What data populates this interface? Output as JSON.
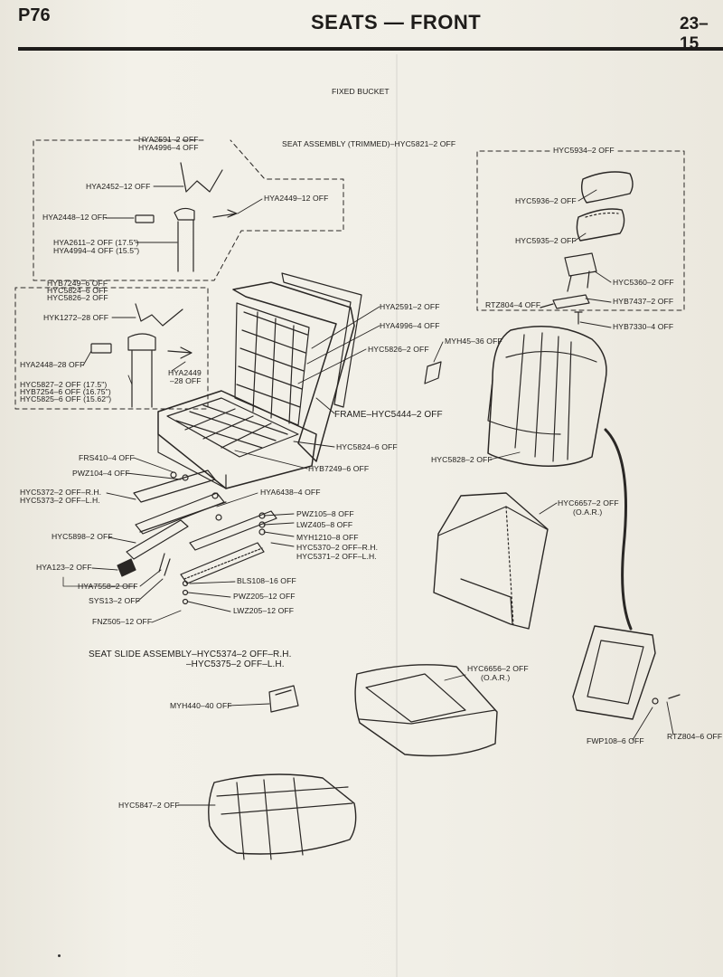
{
  "header": {
    "page_num": "P76",
    "title": "SEATS — FRONT",
    "section": "23–15"
  },
  "diagram": {
    "subtitle": "FIXED BUCKET",
    "labels": {
      "hya2591_top": "HYA2591–2 OFF",
      "hya4996_top": "HYA4996–4 OFF",
      "seat_assembly": "SEAT ASSEMBLY (TRIMMED)–HYC5821–2 OFF",
      "hya2452": "HYA2452–12 OFF",
      "hya2449_top": "HYA2449–12 OFF",
      "hya2448_top": "HYA2448–12 OFF",
      "hya2611": "HYA2611–2 OFF (17.5\")",
      "hya4994": "HYA4994–4 OFF (15.5\")",
      "hyb87249_left": "HYB7249–6 OFF",
      "hyc5824_left": "HYC5824–6 OFF",
      "hyc5826_left": "HYC5826–2 OFF",
      "hyk1272": "HYK1272–28 OFF",
      "hya2591_mid": "HYA2591–2 OFF",
      "hya4996_mid": "HYA4996–4 OFF",
      "hyc5826_mid": "HYC5826–2 OFF",
      "myh45": "MYH45–36 OFF",
      "hya2448_left": "HYA2448–28 OFF",
      "hya2449_left": "HYA2449",
      "hya2449_left_qty": "–28 OFF",
      "hyc5827": "HYC5827–2 OFF (17.5\")",
      "hyb87254": "HYB7254–6 OFF (16.75\")",
      "hyc5825": "HYC5825–6 OFF (15.62\")",
      "frame": "FRAME–HYC5444–2 OFF",
      "hyc5824_mid": "HYC5824–6 OFF",
      "hyb7249_mid": "HYB7249–6 OFF",
      "frs410": "FRS410–4 OFF",
      "pwz104": "PWZ104–4 OFF",
      "hyc5372": "HYC5372–2 OFF–R.H.",
      "hyc5373": "HYC5373–2 OFF–L.H.",
      "hya6438": "HYA6438–4 OFF",
      "pwz105": "PWZ105–8 OFF",
      "lwz405": "LWZ405–8 OFF",
      "myh1210": "MYH1210–8 OFF",
      "hyc5898": "HYC5898–2 OFF",
      "hyc5370": "HYC5370–2 OFF–R.H.",
      "hyc5371": "HYC5371–2 OFF–L.H.",
      "hya123": "HYA123–2 OFF",
      "bls108": "BLS108–16 OFF",
      "hya7558": "HYA7558–2 OFF",
      "pwz205": "PWZ205–12 OFF",
      "sys13": "SYS13–2 OFF",
      "lwz205": "LWZ205–12 OFF",
      "fnz505": "FNZ505–12 OFF",
      "seat_slide_1": "SEAT SLIDE ASSEMBLY–HYC5374–2 OFF–R.H.",
      "seat_slide_2": "–HYC5375–2 OFF–L.H.",
      "myh440": "MYH440–40 OFF",
      "hyc5847": "HYC5847–2 OFF",
      "hyc5934": "HYC5934–2 OFF",
      "hyc5936": "HYC5936–2 OFF",
      "hyc5935": "HYC5935–2 OFF",
      "hyc5360": "HYC5360–2 OFF",
      "rtz804_top": "RTZ804–4 OFF",
      "hyb87437": "HYB7437–2 OFF",
      "hyb87330": "HYB7330–4 OFF",
      "hyc5828": "HYC5828–2 OFF",
      "hyc6657": "HYC6657–2 OFF",
      "hyc6657_oar": "(O.A.R.)",
      "hyc6656": "HYC6656–2 OFF",
      "hyc6656_oar": "(O.A.R.)",
      "fwp108": "FWP108–6 OFF",
      "rtz804_bottom": "RTZ804–6 OFF"
    }
  }
}
